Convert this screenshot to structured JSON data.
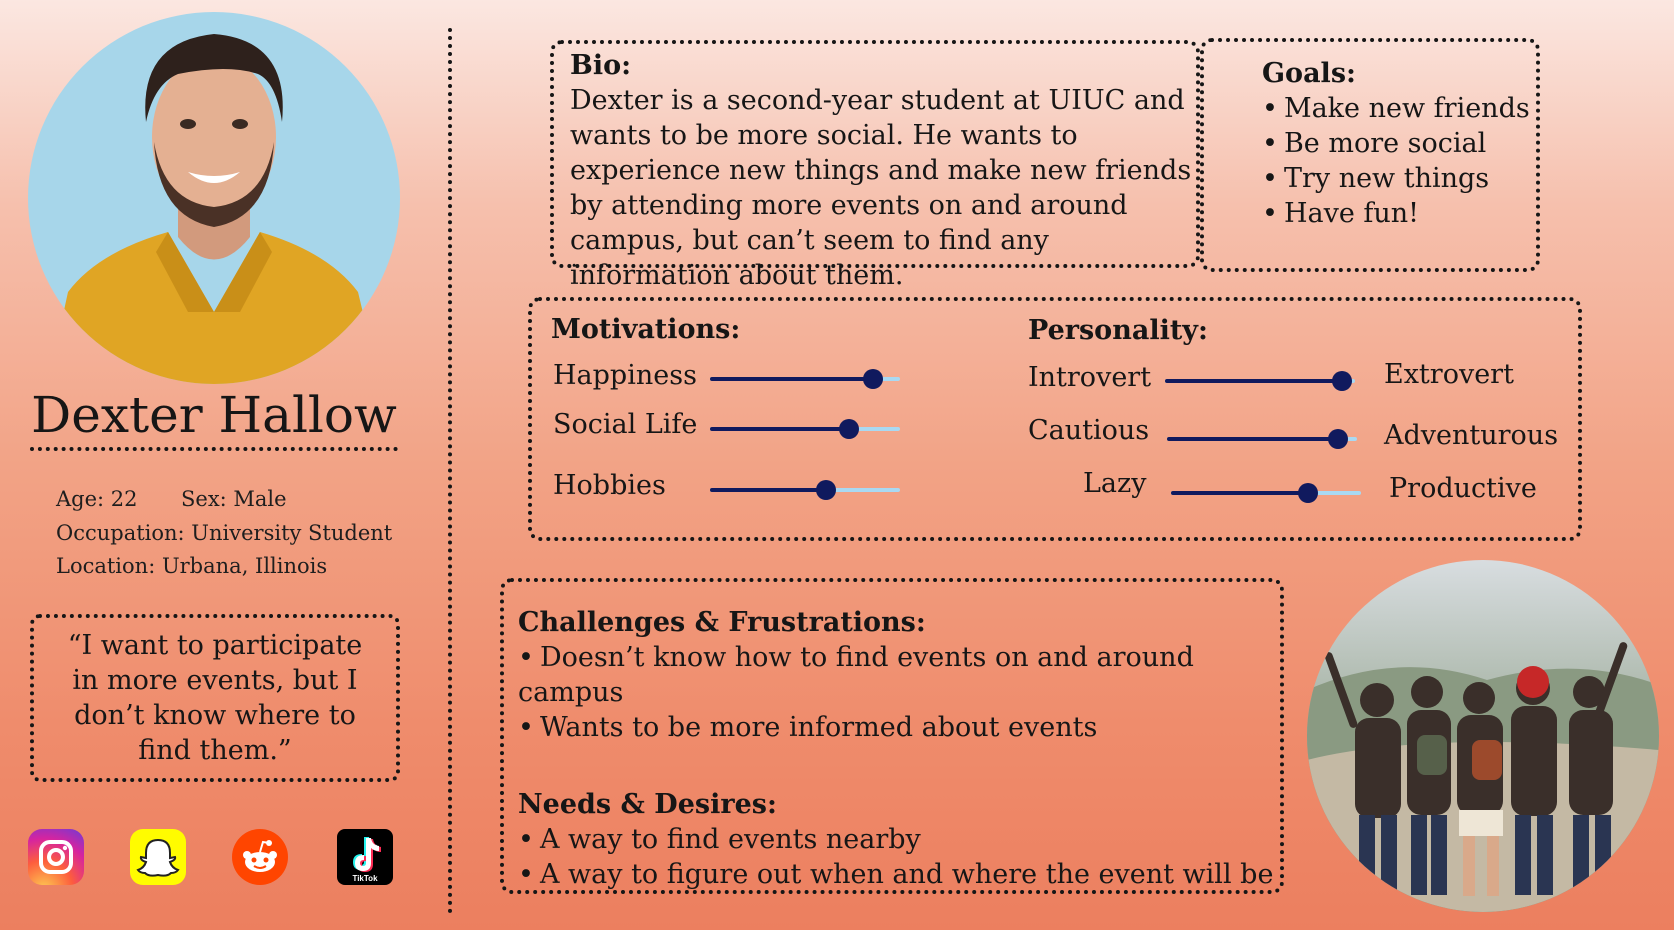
{
  "profile": {
    "name": "Dexter Hallow",
    "age": "Age: 22",
    "sex": "Sex: Male",
    "occupation": "Occupation: University Student",
    "location": "Location: Urbana, Illinois",
    "quote": "“I want to participate in more events, but I don’t know where to find them.”"
  },
  "social_icons": [
    "instagram-icon",
    "snapchat-icon",
    "reddit-icon",
    "tiktok-icon"
  ],
  "tiktok_label": "TikTok",
  "bio": {
    "heading": "Bio:",
    "text": "Dexter is a second-year student at UIUC and wants to be more social. He wants to experience new things and make new friends by attending more events on and around campus, but can’t seem to find any information about them."
  },
  "goals": {
    "heading": "Goals:",
    "items": [
      "Make new friends",
      "Be more social",
      "Try new things",
      "Have fun!"
    ]
  },
  "motivations": {
    "heading": "Motivations:",
    "items": [
      {
        "label": "Happiness",
        "level": 0.86
      },
      {
        "label": "Social Life",
        "level": 0.73
      },
      {
        "label": "Hobbies",
        "level": 0.61
      }
    ]
  },
  "personality": {
    "heading": "Personality:",
    "items": [
      {
        "left": "Introvert",
        "right": "Extrovert",
        "level": 0.93
      },
      {
        "left": "Cautious",
        "right": "Adventurous",
        "level": 0.9
      },
      {
        "left": "Lazy",
        "right": "Productive",
        "level": 0.72
      }
    ]
  },
  "challenges": {
    "heading": "Challenges & Frustrations:",
    "items": [
      "Doesn’t know how to find events on and around campus",
      "Wants to be more informed about events"
    ]
  },
  "needs": {
    "heading": "Needs & Desires:",
    "items": [
      "A way to find events nearby",
      "A way to figure out when and where the event will be"
    ]
  },
  "colors": {
    "slider_fill": "#101a5e",
    "slider_track": "#a9d9f2",
    "background_top": "#fbe7e1",
    "background_bottom": "#ec7f5f"
  }
}
